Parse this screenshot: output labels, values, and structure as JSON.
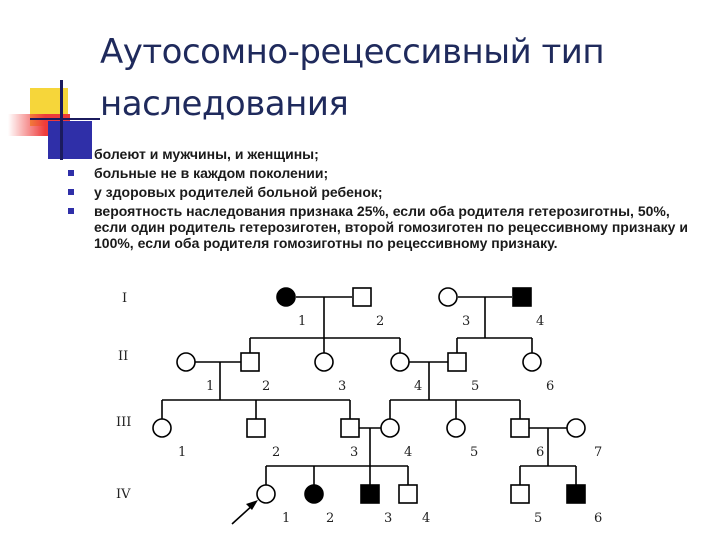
{
  "title": {
    "line1": "Аутосомно-рецессивный тип",
    "line2": "наследования"
  },
  "bullets": [
    "болеют и мужчины, и женщины;",
    "больные не в каждом поколении;",
    "у здоровых родителей больной ребенок;",
    "вероятность наследования признака 25%, если оба родителя гетерозиготны, 50%, если один родитель гетерозиготен, второй гомозиготен по рецессивному признаку и 100%, если оба родителя гомозиготны по рецессивному признаку."
  ],
  "colors": {
    "title": "#1f2a5c",
    "bullet_mark": "#2f2fa8",
    "symbol_line": "#000000",
    "affected_fill": "#000000"
  },
  "pedigree": {
    "generations": [
      "I",
      "II",
      "III",
      "IV"
    ],
    "individuals": [
      {
        "gen": "I",
        "num": "1",
        "sex": "female",
        "affected": true
      },
      {
        "gen": "I",
        "num": "2",
        "sex": "male",
        "affected": false
      },
      {
        "gen": "I",
        "num": "3",
        "sex": "female",
        "affected": false
      },
      {
        "gen": "I",
        "num": "4",
        "sex": "male",
        "affected": true
      },
      {
        "gen": "II",
        "num": "1",
        "sex": "female",
        "affected": false
      },
      {
        "gen": "II",
        "num": "2",
        "sex": "male",
        "affected": false
      },
      {
        "gen": "II",
        "num": "3",
        "sex": "female",
        "affected": false
      },
      {
        "gen": "II",
        "num": "4",
        "sex": "female",
        "affected": false
      },
      {
        "gen": "II",
        "num": "5",
        "sex": "male",
        "affected": false
      },
      {
        "gen": "II",
        "num": "6",
        "sex": "female",
        "affected": false
      },
      {
        "gen": "III",
        "num": "1",
        "sex": "female",
        "affected": false
      },
      {
        "gen": "III",
        "num": "2",
        "sex": "male",
        "affected": false
      },
      {
        "gen": "III",
        "num": "3",
        "sex": "male",
        "affected": false
      },
      {
        "gen": "III",
        "num": "4",
        "sex": "female",
        "affected": false
      },
      {
        "gen": "III",
        "num": "5",
        "sex": "female",
        "affected": false
      },
      {
        "gen": "III",
        "num": "6",
        "sex": "male",
        "affected": false
      },
      {
        "gen": "III",
        "num": "7",
        "sex": "female",
        "affected": false
      },
      {
        "gen": "IV",
        "num": "1",
        "sex": "female",
        "affected": false,
        "proband": true
      },
      {
        "gen": "IV",
        "num": "2",
        "sex": "female",
        "affected": true
      },
      {
        "gen": "IV",
        "num": "3",
        "sex": "male",
        "affected": true
      },
      {
        "gen": "IV",
        "num": "4",
        "sex": "male",
        "affected": false
      },
      {
        "gen": "IV",
        "num": "5",
        "sex": "male",
        "affected": false
      },
      {
        "gen": "IV",
        "num": "6",
        "sex": "male",
        "affected": true
      }
    ]
  }
}
